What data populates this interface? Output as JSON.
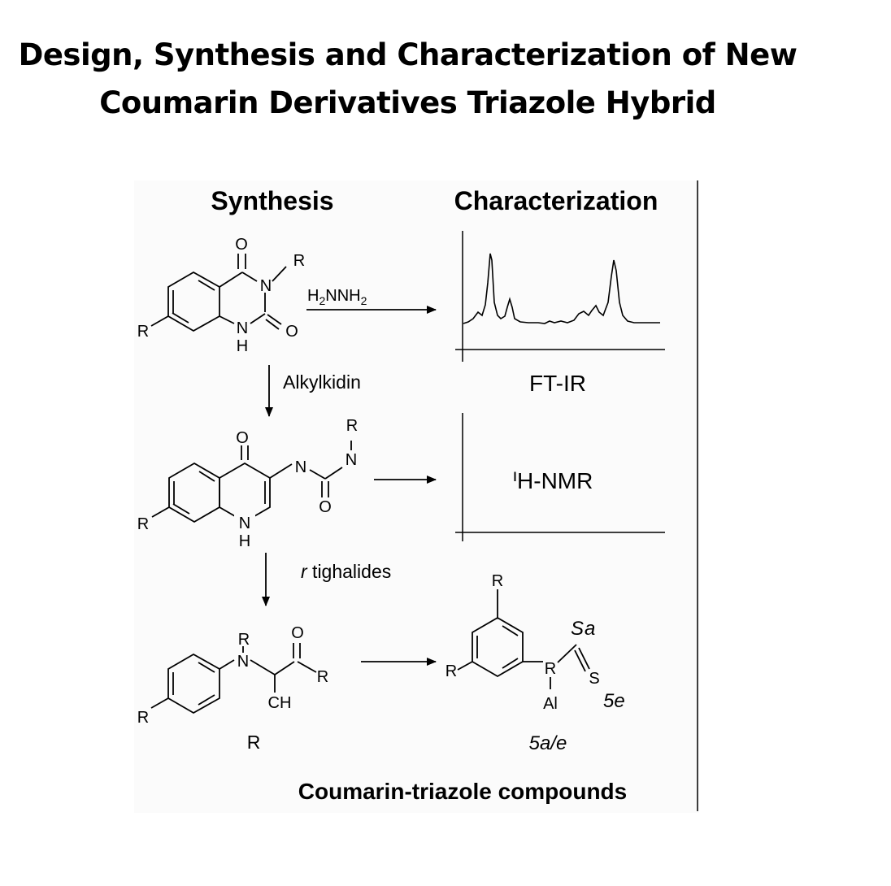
{
  "title": {
    "line1": "Design, Synthesis and Characterization of New",
    "line2": "Coumarin Derivatives Triazole Hybrid"
  },
  "headings": {
    "synthesis": "Synthesis",
    "characterization": "Characterization"
  },
  "compound1": {
    "O_top": "O",
    "R_n": "R",
    "N_upper": "N",
    "N_lower": "N",
    "H": "H",
    "O_right": "O",
    "R_ring": "R"
  },
  "compound2": {
    "O_top": "O",
    "N_amide": "N",
    "N_upper": "N",
    "R_top": "R",
    "O_bottom": "O",
    "N_ring": "N",
    "H": "H",
    "R_ring": "R"
  },
  "compound3": {
    "R_n": "R",
    "N": "N",
    "O": "O",
    "R_carbonyl": "R",
    "CH": "CH",
    "R_ring": "R",
    "caption": "R"
  },
  "compound5": {
    "R_top": "R",
    "R_left": "R",
    "R_center": "R",
    "Sa": "Sa",
    "S": "S",
    "Al": "Al",
    "label_5e": "5e",
    "caption": "5a/e"
  },
  "reagents": {
    "hydrazine_main": "H",
    "hydrazine_sub1": "2",
    "hydrazine_mid": "NNH",
    "hydrazine_sub2": "2",
    "step2": "Alkylkidin",
    "step3_italic": "r",
    "step3_rest": " tighalides"
  },
  "spectra": {
    "ftir_label": "FT-IR",
    "nmr_label": "ᑊH-NMR"
  },
  "footer": "Coumarin-triazole compounds"
}
